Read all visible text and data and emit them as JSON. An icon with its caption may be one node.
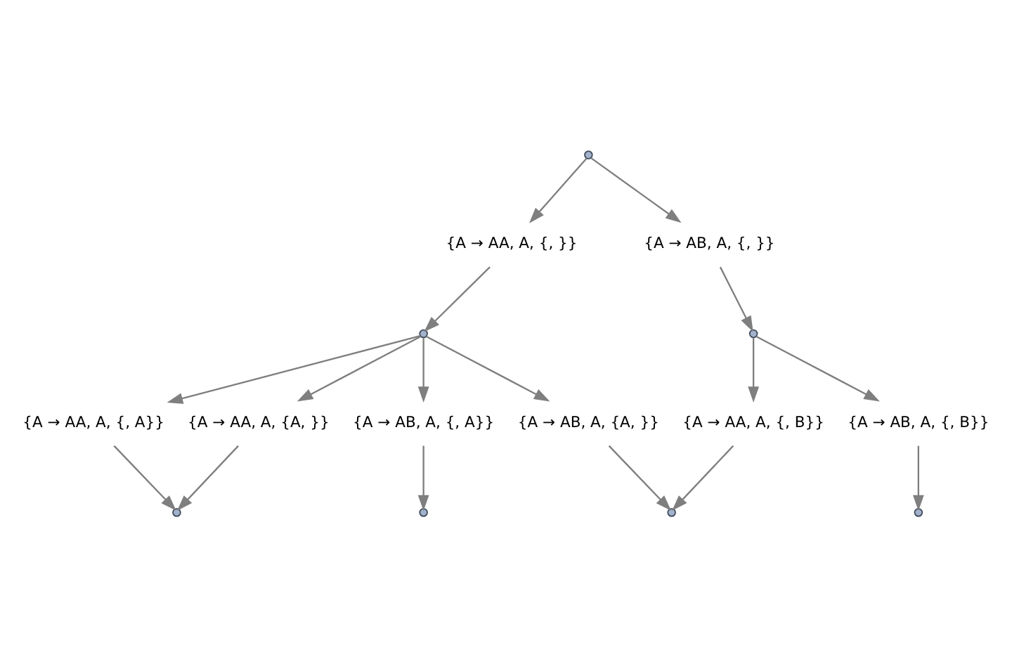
{
  "diagram": {
    "nodes": [
      {
        "text": [],
        "shape": "circle"
      },
      {
        "text": [
          "{A → AA, A, {, }}"
        ]
      },
      {
        "text": [
          "{A → AB, A, {, }}"
        ]
      },
      {
        "text": [],
        "shape": "circle"
      },
      {
        "text": [],
        "shape": "circle"
      },
      {
        "text": [
          "{A → AA, A, {, A}}"
        ]
      },
      {
        "text": [
          "{A → AA, A, {A, }}"
        ]
      },
      {
        "text": [
          "{A → AB, A, {, A}}"
        ]
      },
      {
        "text": [
          "{A → AB, A, {A, }}"
        ]
      },
      {
        "text": [
          "{A → AA, A, {, B}}"
        ]
      },
      {
        "text": [
          "{A → AB, A, {, B}}"
        ]
      },
      {
        "text": [],
        "shape": "circle"
      },
      {
        "text": [],
        "shape": "circle"
      },
      {
        "text": [],
        "shape": "circle"
      },
      {
        "text": [],
        "shape": "circle"
      }
    ],
    "edges": [
      {
        "from": 0,
        "to": 1,
        "arrow": "to"
      },
      {
        "from": 0,
        "to": 2,
        "arrow": "to"
      },
      {
        "from": 1,
        "to": 3,
        "arrow": "to"
      },
      {
        "from": 2,
        "to": 4,
        "arrow": "to"
      },
      {
        "from": 3,
        "to": 5,
        "arrow": "to"
      },
      {
        "from": 3,
        "to": 6,
        "arrow": "to"
      },
      {
        "from": 3,
        "to": 7,
        "arrow": "to"
      },
      {
        "from": 3,
        "to": 8,
        "arrow": "to"
      },
      {
        "from": 4,
        "to": 9,
        "arrow": "to"
      },
      {
        "from": 4,
        "to": 10,
        "arrow": "to"
      },
      {
        "from": 5,
        "to": 11,
        "arrow": "to"
      },
      {
        "from": 6,
        "to": 11,
        "arrow": "to"
      },
      {
        "from": 7,
        "to": 12,
        "arrow": "to"
      },
      {
        "from": 8,
        "to": 13,
        "arrow": "to"
      },
      {
        "from": 9,
        "to": 13,
        "arrow": "to"
      },
      {
        "from": 10,
        "to": 14,
        "arrow": "to"
      }
    ]
  }
}
